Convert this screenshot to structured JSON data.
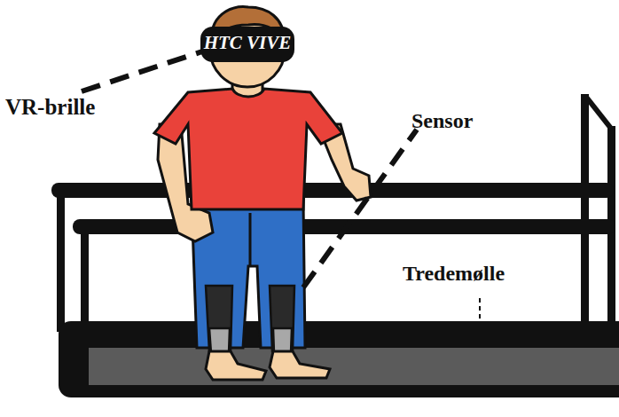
{
  "diagram": {
    "labels": [
      "HTC VIVE",
      "VR-brille",
      "Sensor",
      "Tredemølle"
    ]
  }
}
